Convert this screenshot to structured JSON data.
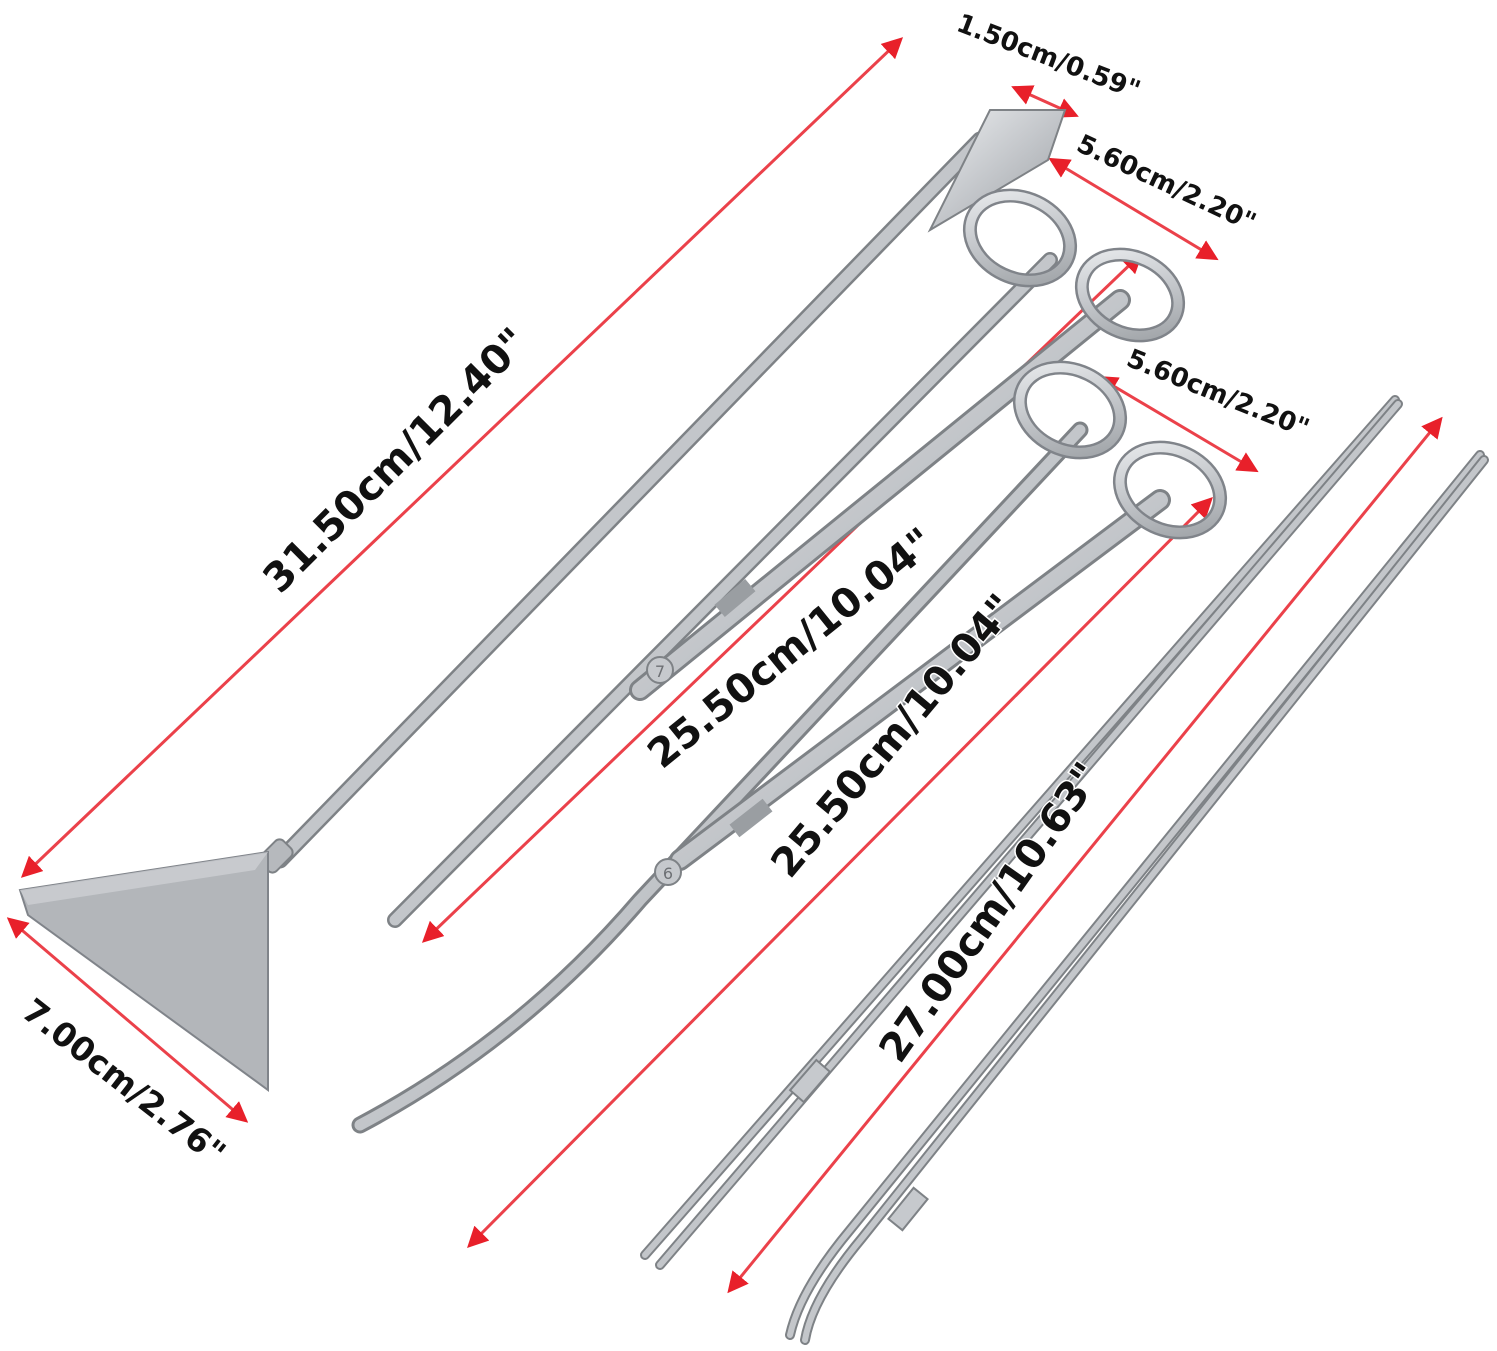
{
  "colors": {
    "background": "#ffffff",
    "steel_light": "#e2e4e6",
    "steel_mid": "#b6b9bd",
    "steel_dark": "#7e8286",
    "measure_line": "#e8202a"
  },
  "tools": [
    {
      "id": "spatula",
      "name": "spatula-icon"
    },
    {
      "id": "scissors-straight",
      "name": "straight-scissors-icon"
    },
    {
      "id": "scissors-curved",
      "name": "curved-scissors-icon"
    },
    {
      "id": "tweezers-straight",
      "name": "straight-tweezers-icon"
    },
    {
      "id": "tweezers-curved",
      "name": "curved-tweezers-icon"
    }
  ],
  "dimensions": {
    "spatula_length": "31.50cm/12.40\"",
    "spatula_blade_width": "7.00cm/2.76\"",
    "spatula_tip_width": "1.50cm/0.59\"",
    "scissors1_handle": "5.60cm/2.20\"",
    "scissors1_length": "25.50cm/10.04\"",
    "scissors2_handle": "5.60cm/2.20\"",
    "scissors2_length": "25.50cm/10.04\"",
    "tweezers_length": "27.00cm/10.63\""
  }
}
